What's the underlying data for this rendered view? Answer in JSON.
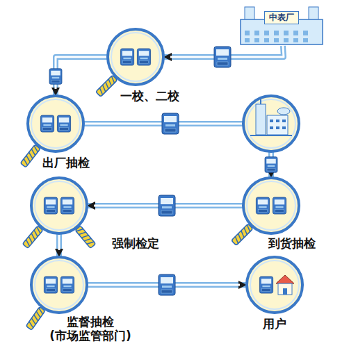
{
  "diagram": {
    "nodes": [
      {
        "text": [
          "中表厂"
        ]
      },
      {
        "text": [
          "一校、二校"
        ]
      },
      {
        "text": [
          "出厂抽检"
        ]
      },
      {
        "text": [
          "到货抽检"
        ]
      },
      {
        "text": [
          "强制检定"
        ]
      },
      {
        "text": [
          "监督抽检",
          "(市场监管部门)"
        ]
      },
      {
        "text": [
          "用户"
        ]
      }
    ],
    "edges": [
      {
        "from": 0,
        "to": 1,
        "arrow": "to"
      },
      {
        "from": 1,
        "to": 2,
        "arrow": "to"
      },
      {
        "from": 2,
        "to": 3,
        "arrow": "to"
      },
      {
        "from": 3,
        "to": 4,
        "arrow": "to"
      },
      {
        "from": 4,
        "to": 5,
        "arrow": "to"
      },
      {
        "from": 5,
        "to": 6,
        "arrow": "to"
      }
    ]
  }
}
